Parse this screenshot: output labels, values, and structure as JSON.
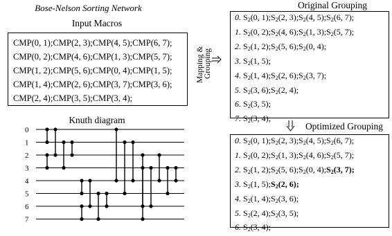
{
  "title": "Bose-Nelson Sorting Network",
  "input_macros": {
    "label": "Input Macros",
    "lines": [
      "CMP(0, 1);CMP(2, 3);CMP(4, 5);CMP(6, 7);",
      "CMP(0, 2);CMP(4, 6);CMP(1, 3);CMP(5, 7);",
      "CMP(1, 2);CMP(5, 6);CMP(0, 4);CMP(1, 5);",
      "CMP(1, 4);CMP(2, 6);CMP(3, 7);CMP(3, 6);",
      "CMP(2, 4);CMP(3, 5);CMP(3, 4);"
    ]
  },
  "knuth": {
    "label": "Knuth diagram",
    "wires": [
      "0",
      "1",
      "2",
      "3",
      "4",
      "5",
      "6",
      "7"
    ],
    "comparators": [
      [
        0,
        1
      ],
      [
        2,
        3
      ],
      [
        0,
        2
      ],
      [
        1,
        3
      ],
      [
        1,
        2
      ],
      [
        4,
        5
      ],
      [
        6,
        7
      ],
      [
        4,
        6
      ],
      [
        5,
        7
      ],
      [
        5,
        6
      ],
      [
        0,
        4
      ],
      [
        1,
        5
      ],
      [
        1,
        4
      ],
      [
        2,
        6
      ],
      [
        3,
        7
      ],
      [
        3,
        6
      ],
      [
        2,
        4
      ],
      [
        3,
        5
      ],
      [
        3,
        4
      ]
    ]
  },
  "mapping_label": "Mapping & Grouping",
  "original_grouping": {
    "label": "Original Grouping",
    "lines": [
      {
        "idx": "0.",
        "text": "S",
        "items": [
          [
            "S",
            "(0, 1);"
          ],
          [
            "S",
            "(2, 3);"
          ],
          [
            "S",
            "(4, 5);"
          ],
          [
            "S",
            "(6, 7);"
          ]
        ]
      },
      {
        "idx": "1.",
        "items": [
          [
            "S",
            "(0, 2);"
          ],
          [
            "S",
            "(4, 6);"
          ],
          [
            "S",
            "(1, 3);"
          ],
          [
            "S",
            "(5, 7);"
          ]
        ]
      },
      {
        "idx": "2.",
        "items": [
          [
            "S",
            "(1, 2);"
          ],
          [
            "S",
            "(5, 6);"
          ],
          [
            "S",
            "(0, 4);"
          ]
        ]
      },
      {
        "idx": "3.",
        "items": [
          [
            "S",
            "(1, 5);"
          ]
        ]
      },
      {
        "idx": "4.",
        "items": [
          [
            "S",
            "(1, 4);"
          ],
          [
            "S",
            "(2, 6);"
          ],
          [
            "S",
            "(3, 7);"
          ]
        ]
      },
      {
        "idx": "5.",
        "items": [
          [
            "S",
            "(3, 6);"
          ],
          [
            "S",
            "(2, 4);"
          ]
        ]
      },
      {
        "idx": "6.",
        "items": [
          [
            "S",
            "(3, 5);"
          ]
        ]
      },
      {
        "idx": "7.",
        "items": [
          [
            "S",
            "(3, 4);"
          ]
        ]
      }
    ]
  },
  "optimized_grouping": {
    "label": "Optimized Grouping",
    "lines": [
      {
        "idx": "0.",
        "items": [
          [
            "S",
            "(0, 1);"
          ],
          [
            "S",
            "(2, 3);"
          ],
          [
            "S",
            "(4, 5);"
          ],
          [
            "S",
            "(6, 7);"
          ]
        ]
      },
      {
        "idx": "1.",
        "items": [
          [
            "S",
            "(0, 2);"
          ],
          [
            "S",
            "(1, 3);"
          ],
          [
            "S",
            "(4, 6);"
          ],
          [
            "S",
            "(5, 7);"
          ]
        ]
      },
      {
        "idx": "2.",
        "items": [
          [
            "S",
            "(1, 2);"
          ],
          [
            "S",
            "(5, 6);"
          ],
          [
            "S",
            "(0, 4);"
          ],
          [
            "S",
            "(3, 7);",
            "bold"
          ]
        ]
      },
      {
        "idx": "3.",
        "items": [
          [
            "S",
            "(1, 5);"
          ],
          [
            "S",
            "(2, 6);",
            "bold"
          ]
        ]
      },
      {
        "idx": "4.",
        "items": [
          [
            "S",
            "(1, 4);"
          ],
          [
            "S",
            "(3, 6);"
          ]
        ]
      },
      {
        "idx": "5.",
        "items": [
          [
            "S",
            "(2, 4);"
          ],
          [
            "S",
            "(3, 5);"
          ]
        ]
      },
      {
        "idx": "6.",
        "items": [
          [
            "S",
            "(3, 4);"
          ]
        ]
      }
    ]
  },
  "subscript": "2"
}
